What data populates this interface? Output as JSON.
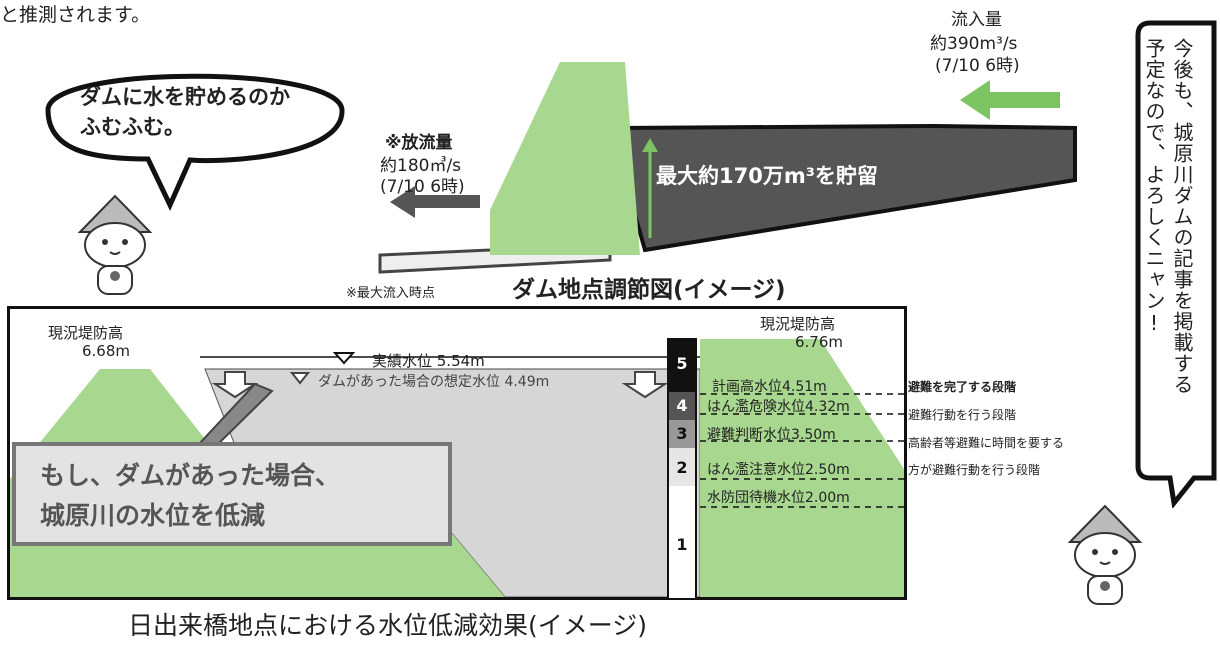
{
  "top_snippet": "と推測されます。",
  "bubble_left": {
    "line1": "ダムに水を貯めるのか",
    "line2": "ふむふむ。"
  },
  "inflow": {
    "label": "流入量",
    "value": "約390m³/s",
    "date": "(7/10 6時)"
  },
  "outflow": {
    "label": "※放流量",
    "value": "約180㎥/s",
    "date": "(7/10 6時)"
  },
  "storage": "最大約170万m³を貯留",
  "max_inflow_note": "※最大流入時点",
  "dam_title": "ダム地点調節図(イメージ)",
  "levee_left": {
    "label": "現況堤防高",
    "value": "6.68m"
  },
  "levee_right": {
    "label": "現況堤防高",
    "value": "6.76m"
  },
  "actual_level": "実績水位 5.54m",
  "assumed_level": "ダムがあった場合の想定水位 4.49m",
  "stages": [
    "5",
    "4",
    "3",
    "2",
    "1"
  ],
  "levels": [
    {
      "name": "計画高水位4.51m",
      "desc": "避難を完了する段階"
    },
    {
      "name": "はん濫危険水位4.32m",
      "desc": "避難行動を行う段階"
    },
    {
      "name": "避難判断水位3.50m",
      "desc": "高齢者等避難に時間を要する"
    },
    {
      "name": "はん濫注意水位2.50m",
      "desc": "方が避難行動を行う段階"
    },
    {
      "name": "水防団待機水位2.00m",
      "desc": ""
    }
  ],
  "callout": {
    "line1": "もし、ダムがあった場合、",
    "line2": "城原川の水位を低減"
  },
  "river_title": "日出来橋地点における水位低減効果(イメージ)",
  "bubble_right": {
    "col1": "今後も、城原川ダムの記事を掲載する",
    "col2": "予定なので、よろしくニャン!"
  },
  "colors": {
    "dam_green": "#a8d88f",
    "reservoir": "#555555",
    "arrow_green": "#7cc462",
    "water": "#d6d6d6"
  }
}
